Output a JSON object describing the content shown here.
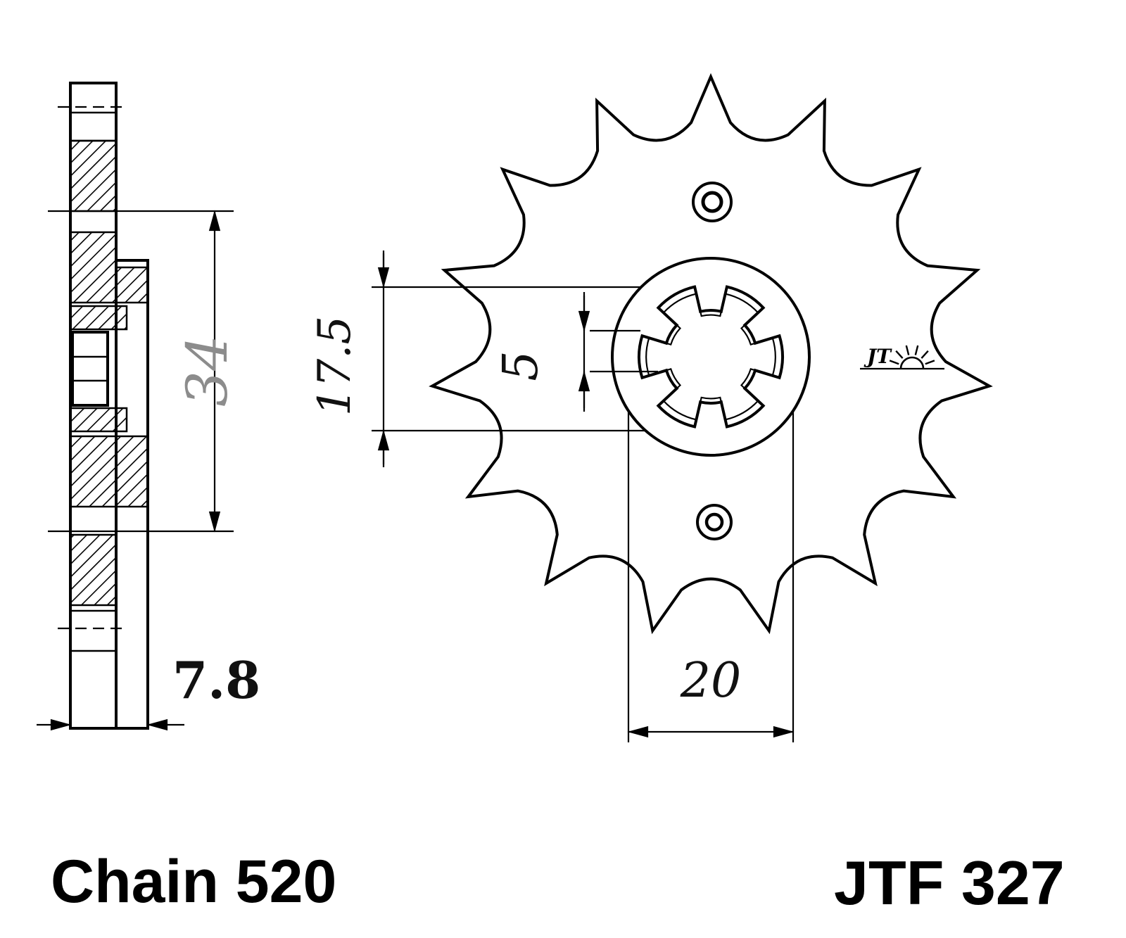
{
  "labels": {
    "chain": "Chain 520",
    "part": "JTF 327"
  },
  "logo": {
    "text": "JT"
  },
  "dimensions": {
    "boss_diameter": "34",
    "overall_width": "7.8",
    "bore_width": "17.5",
    "spline_depth": "5",
    "hub_width": "20"
  },
  "diagram": {
    "teeth": 15,
    "splines": 6
  }
}
